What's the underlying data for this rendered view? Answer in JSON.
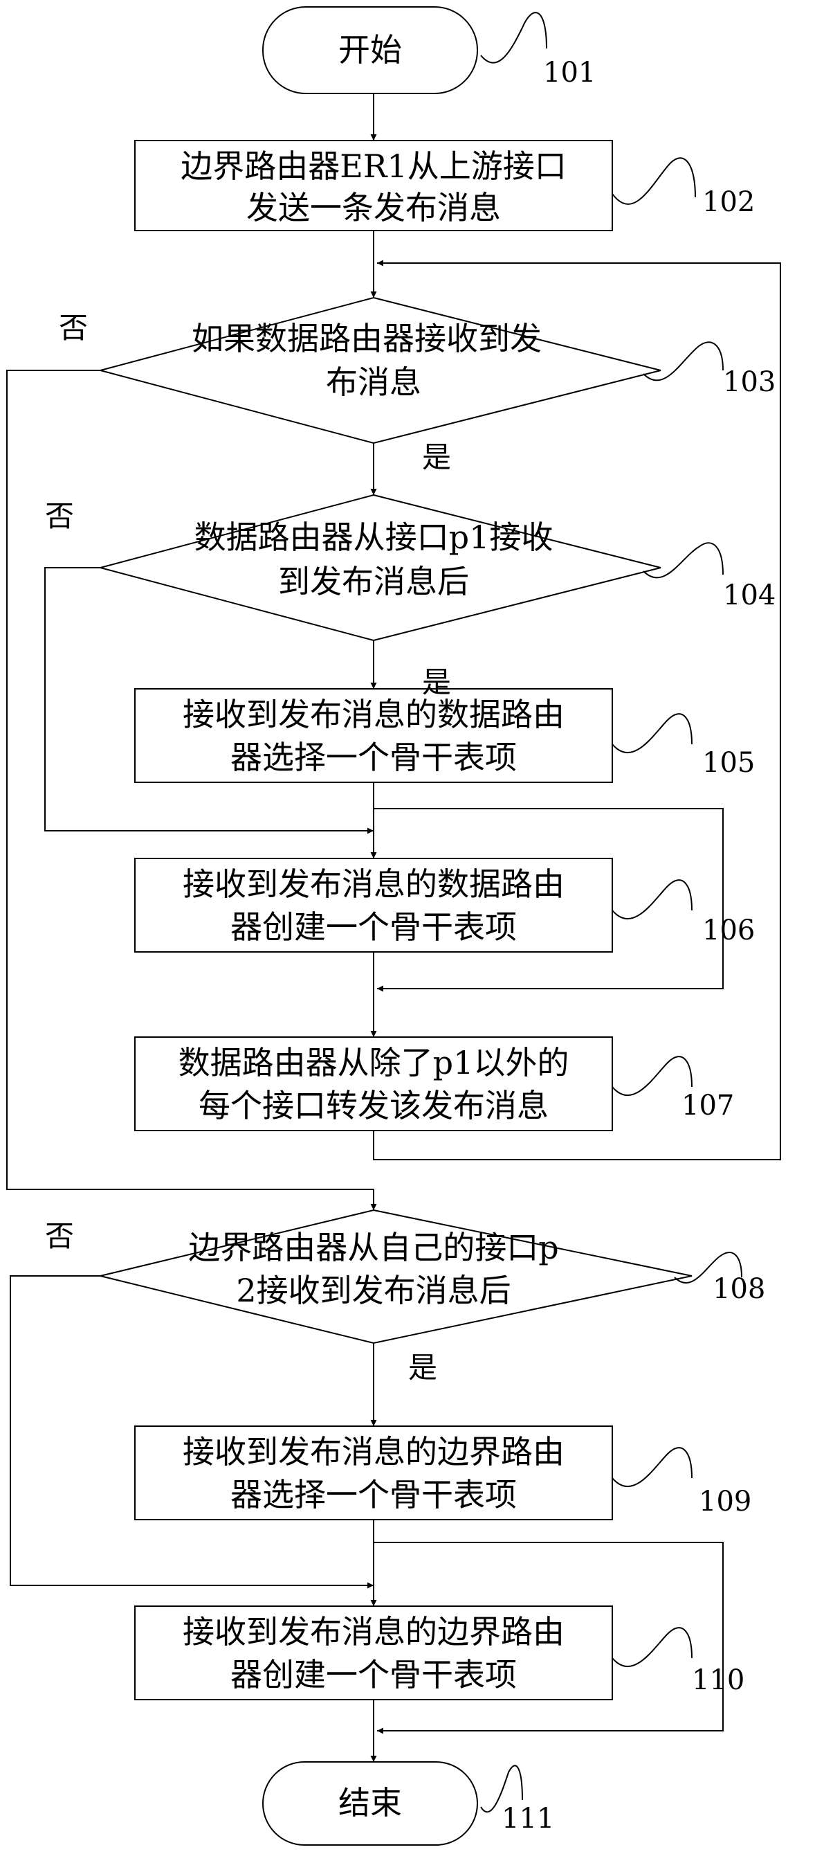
{
  "nodes": {
    "start": {
      "text": "开始",
      "ref": "101"
    },
    "s102": {
      "lines": [
        "边界路由器ER1从上游接口",
        "发送一条发布消息"
      ],
      "ref": "102"
    },
    "d103": {
      "lines": [
        "如果数据路由器接收到发",
        "布消息"
      ],
      "ref": "103"
    },
    "d104": {
      "lines": [
        "数据路由器从接口p1接收",
        "到发布消息后"
      ],
      "ref": "104"
    },
    "s105": {
      "lines": [
        "接收到发布消息的数据路由",
        "器选择一个骨干表项"
      ],
      "ref": "105"
    },
    "s106": {
      "lines": [
        "接收到发布消息的数据路由",
        "器创建一个骨干表项"
      ],
      "ref": "106"
    },
    "s107": {
      "lines": [
        "数据路由器从除了p1以外的",
        "每个接口转发该发布消息"
      ],
      "ref": "107"
    },
    "d108": {
      "lines": [
        "边界路由器从自己的接口p",
        "2接收到发布消息后"
      ],
      "ref": "108"
    },
    "s109": {
      "lines": [
        "接收到发布消息的边界路由",
        "器选择一个骨干表项"
      ],
      "ref": "109"
    },
    "s110": {
      "lines": [
        "接收到发布消息的边界路由",
        "器创建一个骨干表项"
      ],
      "ref": "110"
    },
    "end": {
      "text": "结束",
      "ref": "111"
    }
  },
  "branch_labels": {
    "yes": "是",
    "no": "否"
  }
}
